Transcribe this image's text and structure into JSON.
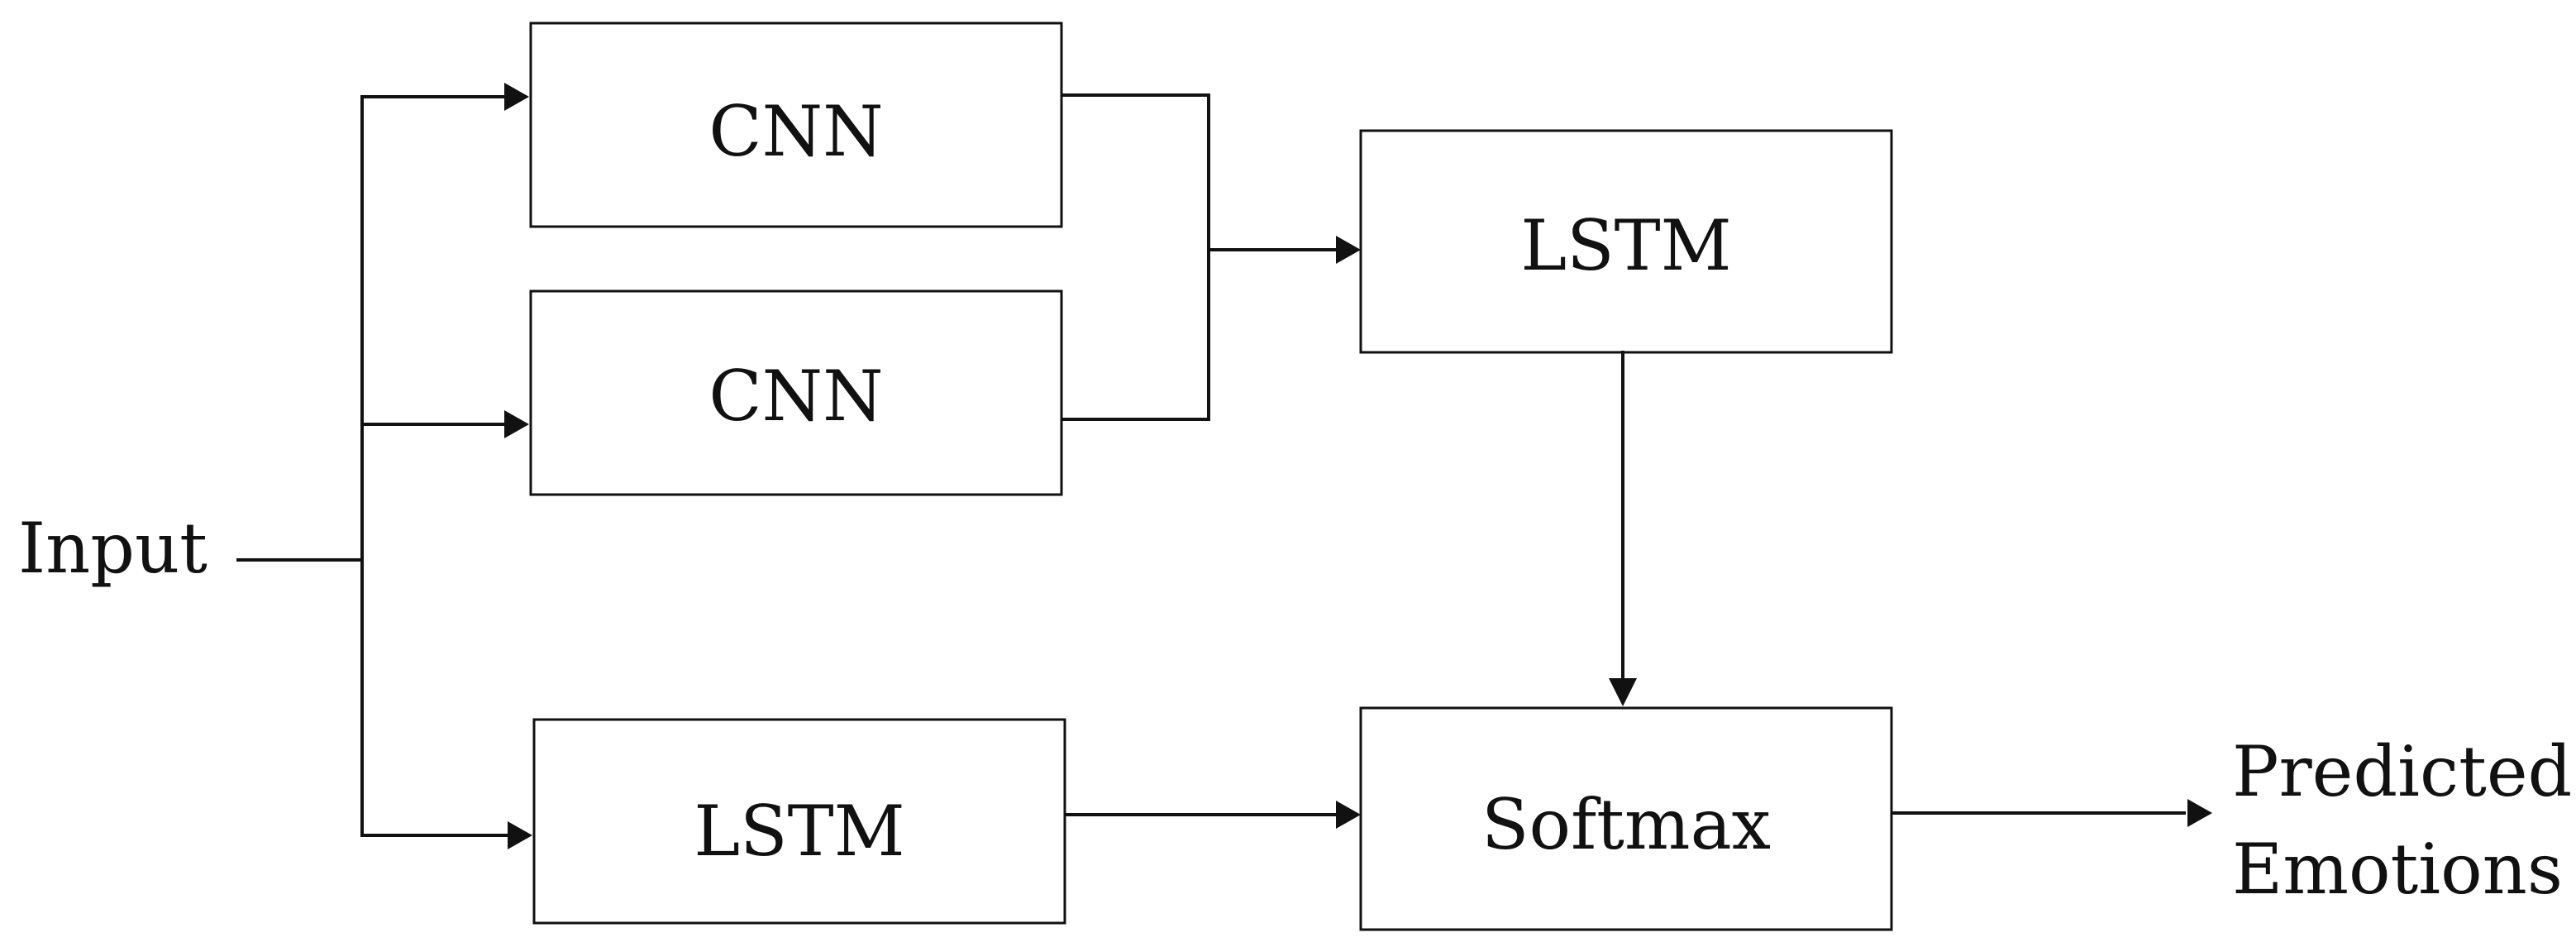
{
  "diagram": {
    "input_label": "Input",
    "cnn_top_label": "CNN",
    "cnn_bottom_label": "CNN",
    "lstm_right_label": "LSTM",
    "lstm_bottom_label": "LSTM",
    "softmax_label": "Softmax",
    "output_label_line1": "Predicted",
    "output_label_line2": "Emotions"
  }
}
